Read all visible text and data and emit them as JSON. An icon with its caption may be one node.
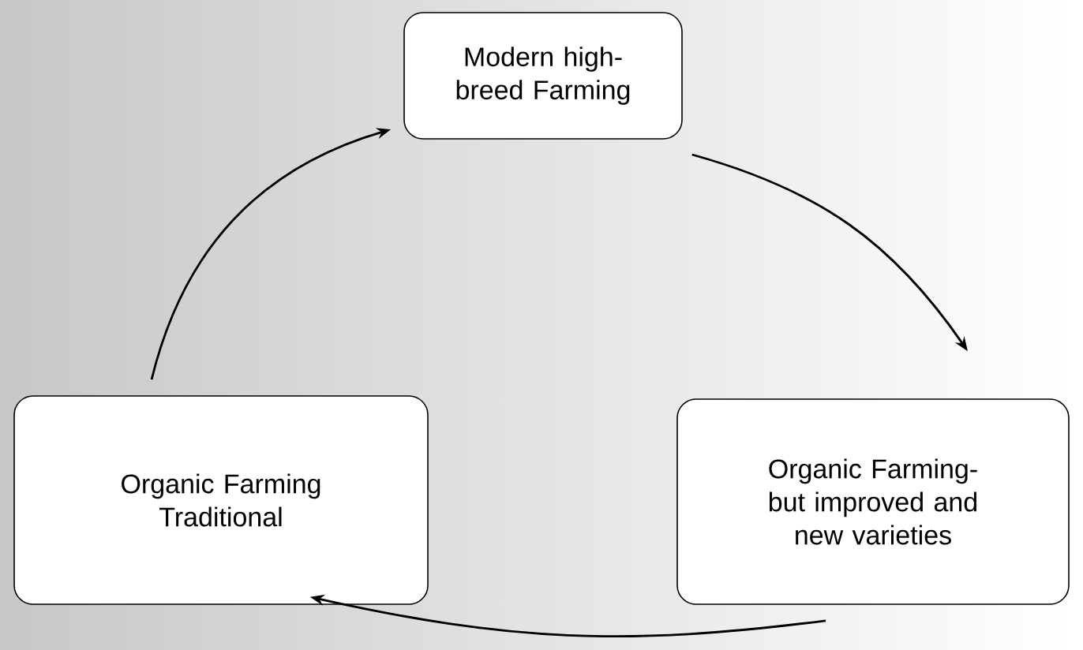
{
  "diagram": {
    "nodes": [
      {
        "text": [
          "Modern high-breed Farming"
        ]
      },
      {
        "text": [
          "Organic Farming- but improved and new varieties"
        ]
      },
      {
        "text": [
          "Organic Farming Traditional"
        ]
      }
    ],
    "edges": [
      {
        "from": 0,
        "to": 1,
        "arrow": "to"
      },
      {
        "from": 1,
        "to": 2,
        "arrow": "to"
      },
      {
        "from": 2,
        "to": 0,
        "arrow": "to"
      }
    ]
  }
}
